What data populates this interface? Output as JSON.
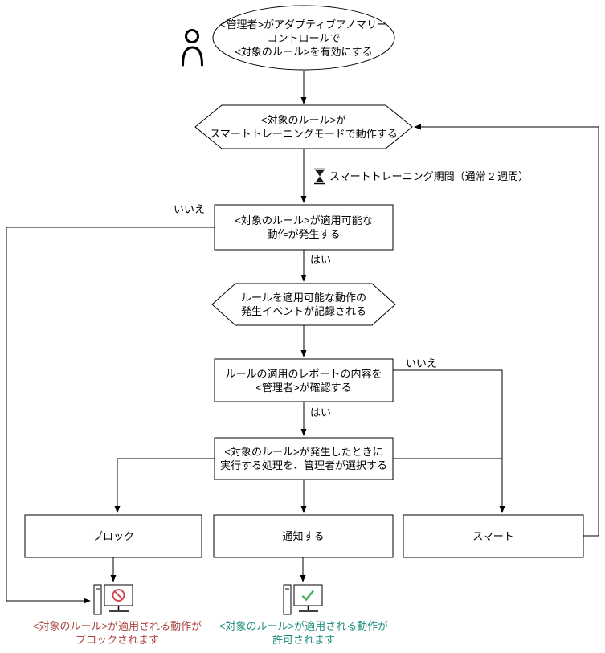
{
  "colors": {
    "line": "#000000",
    "blocked_icon": "#d14b57",
    "allowed_icon": "#3cb054",
    "blocked_text": "#a94442",
    "allowed_text": "#1e8e7e"
  },
  "flowchart": {
    "nodes": {
      "start": "<管理者>がアダプティブアノマリー\nコントロールで\n<対象のルール>を有効にする",
      "training_mode": "<対象のルール>が\nスマートトレーニングモードで動作する",
      "action_occurs": "<対象のルール>が適用可能な\n動作が発生する",
      "event_recorded": "ルールを適用可能な動作の\n発生イベントが記録される",
      "report_review": "ルールの適用のレポートの内容を\n<管理者>が確認する",
      "select_action": "<対象のルール>が発生したときに\n実行する処理を、管理者が選択する",
      "block": "ブロック",
      "notify": "通知する",
      "smart": "スマート"
    },
    "edge_labels": {
      "training_period": "スマートトレーニング期間（通常 2 週間）",
      "yes_action": "はい",
      "no_action": "いいえ",
      "yes_review": "はい",
      "no_review": "いいえ"
    },
    "results": {
      "blocked": "<対象のルール>が適用される動作が\nブロックされます",
      "allowed": "<対象のルール>が適用される動作が\n許可されます"
    },
    "icons": {
      "admin": "person-icon",
      "wait": "hourglass-icon",
      "blocked": "computer-blocked-icon",
      "allowed": "computer-allowed-icon"
    }
  }
}
